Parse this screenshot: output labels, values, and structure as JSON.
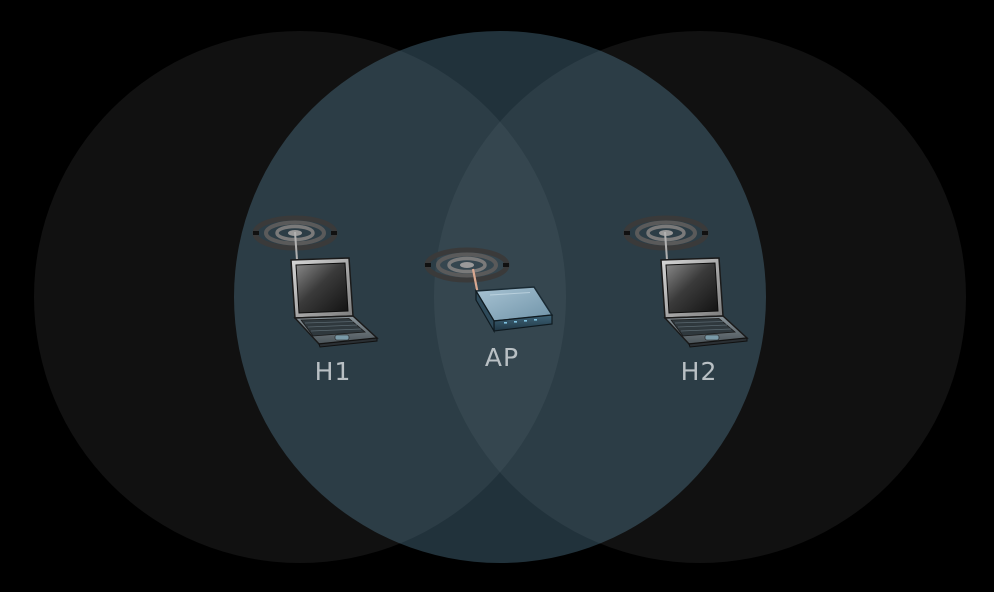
{
  "diagram": {
    "background_color": "#000000",
    "range_fill_color": "#5f8ea8",
    "nodes": [
      {
        "id": "h1",
        "label": "H1",
        "device": "laptop",
        "icon": "laptop-icon",
        "has_wireless_signal": true
      },
      {
        "id": "ap",
        "label": "AP",
        "device": "access-point",
        "icon": "router-icon",
        "has_wireless_signal": true
      },
      {
        "id": "h2",
        "label": "H2",
        "device": "laptop",
        "icon": "laptop-icon",
        "has_wireless_signal": true
      }
    ]
  }
}
